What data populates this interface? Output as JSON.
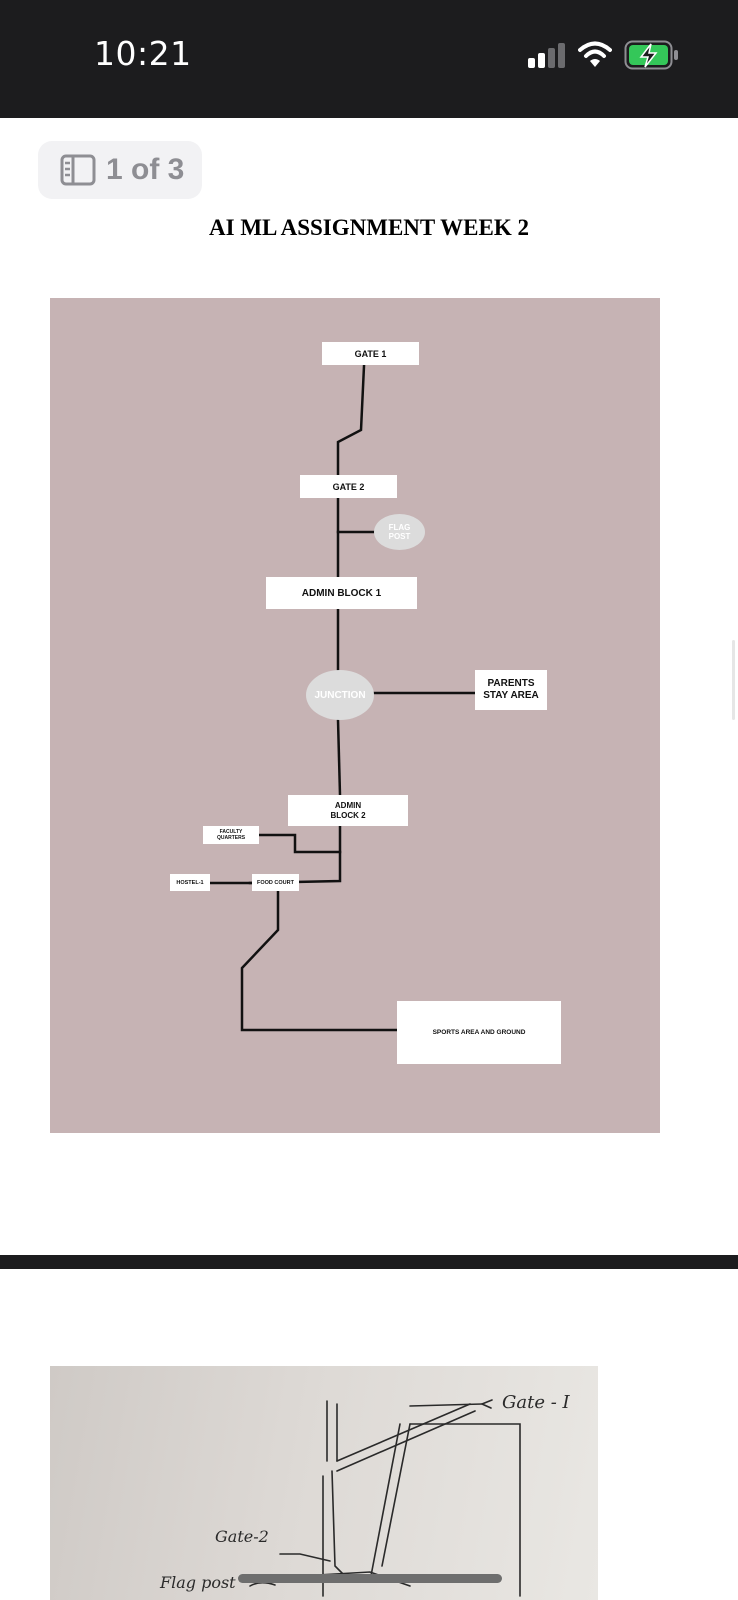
{
  "status_bar": {
    "time": "10:21"
  },
  "viewer": {
    "page_indicator": "1 of 3"
  },
  "document": {
    "title": "AI ML ASSIGNMENT WEEK 2"
  },
  "map": {
    "gate1": "GATE 1",
    "gate2": "GATE 2",
    "flag_post": "FLAG POST",
    "admin_block_1": "ADMIN BLOCK 1",
    "junction": "JUNCTION",
    "parents_stay_area_line1": "PARENTS",
    "parents_stay_area_line2": "STAY AREA",
    "admin_block_2_line1": "ADMIN",
    "admin_block_2_line2": "BLOCK 2",
    "faculty_quarters_line1": "FACULTY",
    "faculty_quarters_line2": "QUARTERS",
    "hostel_1": "HOSTEL-1",
    "food_court": "FOOD COURT",
    "sports_area": "SPORTS AREA AND GROUND"
  },
  "sketch": {
    "gate_1": "Gate - I",
    "gate_2": "Gate-2",
    "flag_post": "Flag post"
  },
  "colors": {
    "status_bar_bg": "#1c1c1e",
    "map_bg": "#c6b3b4",
    "battery_green": "#34c759"
  },
  "icons": [
    "signal-icon",
    "wifi-icon",
    "battery-charging-icon",
    "page-thumbnail-icon"
  ]
}
